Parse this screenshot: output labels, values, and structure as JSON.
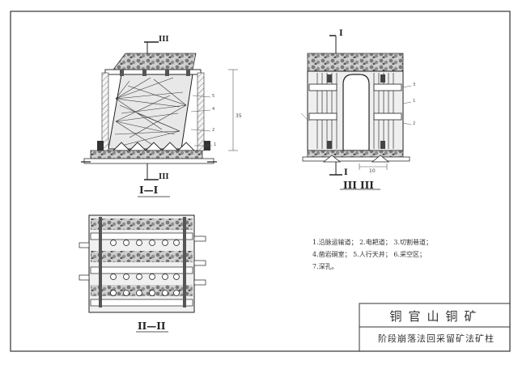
{
  "legend": {
    "lines": [
      "1.沿脉运输道；  2.电耙道；  3.切割巷道；",
      "4.凿岩硐室；  5.人行天井；  6.采空区；",
      "7.深孔。"
    ]
  },
  "title_block": {
    "mine_name": "铜官山铜矿",
    "drawing_title": "阶段崩落法回采留矿法矿柱"
  },
  "section_labels": {
    "i_i": "I—I",
    "ii_ii": "II—II",
    "iii_iii": "III III",
    "marker_i_top": "I",
    "marker_i_bottom": "I",
    "marker_iii_top": "III",
    "marker_iii_bottom": "III"
  },
  "dimensions": {
    "height_left": "35",
    "width_right": "10"
  },
  "callouts": {
    "left": [
      "5",
      "4",
      "2",
      "1"
    ],
    "right": [
      "3",
      "1",
      "2"
    ]
  }
}
